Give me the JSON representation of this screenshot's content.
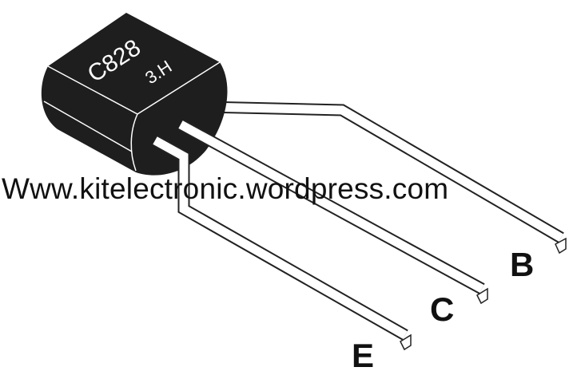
{
  "component": {
    "part_marking": "C828",
    "sub_marking": "3.H",
    "body_color": "#1e1e1e"
  },
  "watermark": "Www.kitelectronic.wordpress.com",
  "pins": [
    {
      "label": "B"
    },
    {
      "label": "C"
    },
    {
      "label": "E"
    }
  ]
}
